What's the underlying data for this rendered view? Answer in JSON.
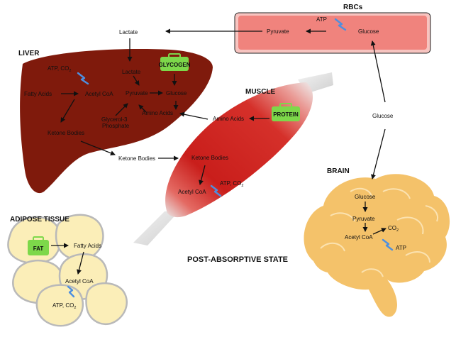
{
  "title": "POST-ABSORPTIVE STATE",
  "colors": {
    "liver": "#7f1a0c",
    "rbc_fill": "#f0837d",
    "muscle": "#d02a24",
    "brain": "#f4c26a",
    "adipose": "#fbeeb8",
    "green_box": "#7dd84a",
    "atp_bolt": "#4d8fe0"
  },
  "rbcs": {
    "title": "RBCs",
    "atp": "ATP",
    "pyruvate": "Pyruvate",
    "glucose": "Glucose"
  },
  "top": {
    "lactate": "Lactate"
  },
  "liver": {
    "title": "LIVER",
    "atp_co2": "ATP, CO",
    "sub2": "2",
    "fatty_acids": "Fatty Acids",
    "acetyl_coa": "Acetyl CoA",
    "lactate": "Lactate",
    "glycogen": "GLYCOGEN",
    "pyruvate": "Pyruvate",
    "glucose": "Glucose",
    "glycerol_1": "Glycerol-3",
    "glycerol_2": "Phosphate",
    "amino_acids": "Amino Acids",
    "ketone_bodies": "Ketone Bodies"
  },
  "muscle": {
    "title": "MUSCLE",
    "protein": "PROTEIN",
    "amino_acids": "Amino Acids",
    "ketone_bodies": "Ketone Bodies",
    "acetyl_coa": "Acetyl CoA",
    "atp_co2": "ATP, CO",
    "sub2": "2"
  },
  "middle": {
    "ketone_bodies": "Ketone Bodies",
    "glucose": "Glucose"
  },
  "brain": {
    "title": "BRAIN",
    "glucose": "Glucose",
    "pyruvate": "Pyruvate",
    "co2": "CO",
    "sub2": "2",
    "acetyl_coa": "Acetyl CoA",
    "atp": "ATP"
  },
  "adipose": {
    "title": "ADIPOSE TISSUE",
    "fat": "FAT",
    "fatty_acids": "Fatty Acids",
    "acetyl_coa": "Acetyl CoA",
    "atp_co2": "ATP, CO",
    "sub2": "2"
  }
}
